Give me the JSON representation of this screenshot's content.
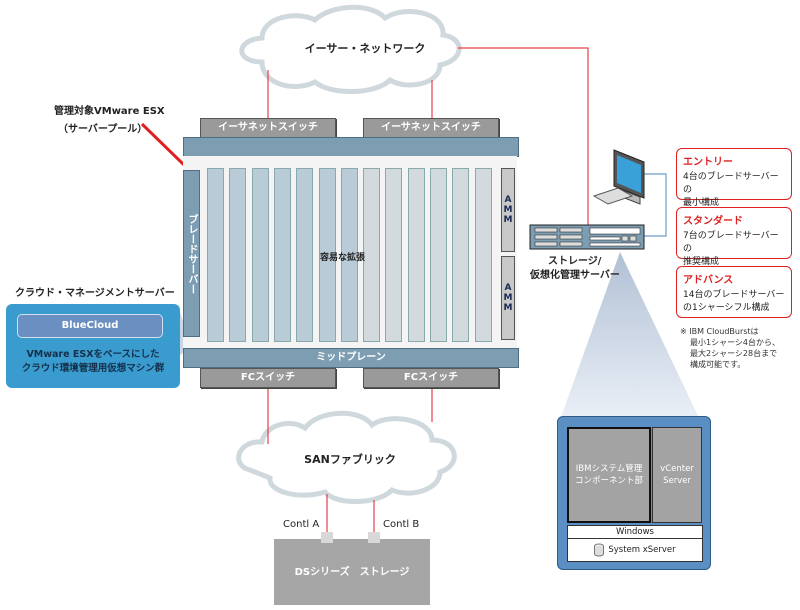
{
  "clouds": {
    "ethernet": "イーサー・ネットワーク",
    "san": "SANファブリック"
  },
  "pool_label": {
    "line1": "管理対象VMware ESX",
    "line2": "（サーバープール）"
  },
  "chassis": {
    "top_switches": [
      "イーサネットスイッチ",
      "イーサネットスイッチ"
    ],
    "side_label": "ブレードサーバー",
    "amm_modules": [
      "AMM",
      "AMM"
    ],
    "midplane": "ミッドプレーン",
    "bottom_switches": [
      "FCスイッチ",
      "FCスイッチ"
    ],
    "expansion_arrow": "容易な拡張",
    "slot_count": 13
  },
  "management_server": {
    "title": "クラウド・マネージメントサーバー",
    "box_label": "BlueCloud",
    "desc_line1": "VMware ESXをベースにした",
    "desc_line2": "クラウド環境管理用仮想マシン群"
  },
  "storage_server": {
    "line1": "ストレージ/",
    "line2": "仮想化管理サーバー"
  },
  "tiers": [
    {
      "title": "エントリー",
      "desc1": "4台のブレードサーバーの",
      "desc2": "最小構成"
    },
    {
      "title": "スタンダード",
      "desc1": "7台のブレードサーバーの",
      "desc2": "推奨構成"
    },
    {
      "title": "アドバンス",
      "desc1": "14台のブレードサーバー",
      "desc2": "の1シャーシフル構成"
    }
  ],
  "note": {
    "line1": "※ IBM CloudBurstは",
    "line2": "最小1シャーシ4台から、",
    "line3": "最大2シャーシ28台まで",
    "line4": "構成可能です。"
  },
  "server_detail": {
    "ibm_component_line1": "IBMシステム管理",
    "ibm_component_line2": "コンポーネント部",
    "vcenter_line1": "vCenter",
    "vcenter_line2": "Server",
    "os": "Windows",
    "hardware": "System xServer"
  },
  "storage": {
    "label": "DSシリーズ　ストレージ",
    "controller_a": "Contl A",
    "controller_b": "Contl B"
  },
  "colors": {
    "link_red": "#e8404a",
    "link_blue": "#6a9cc8",
    "accent_red": "#e02020",
    "chassis_blue": "#7d9db2",
    "mgmt_blue": "#3a9bcf"
  }
}
